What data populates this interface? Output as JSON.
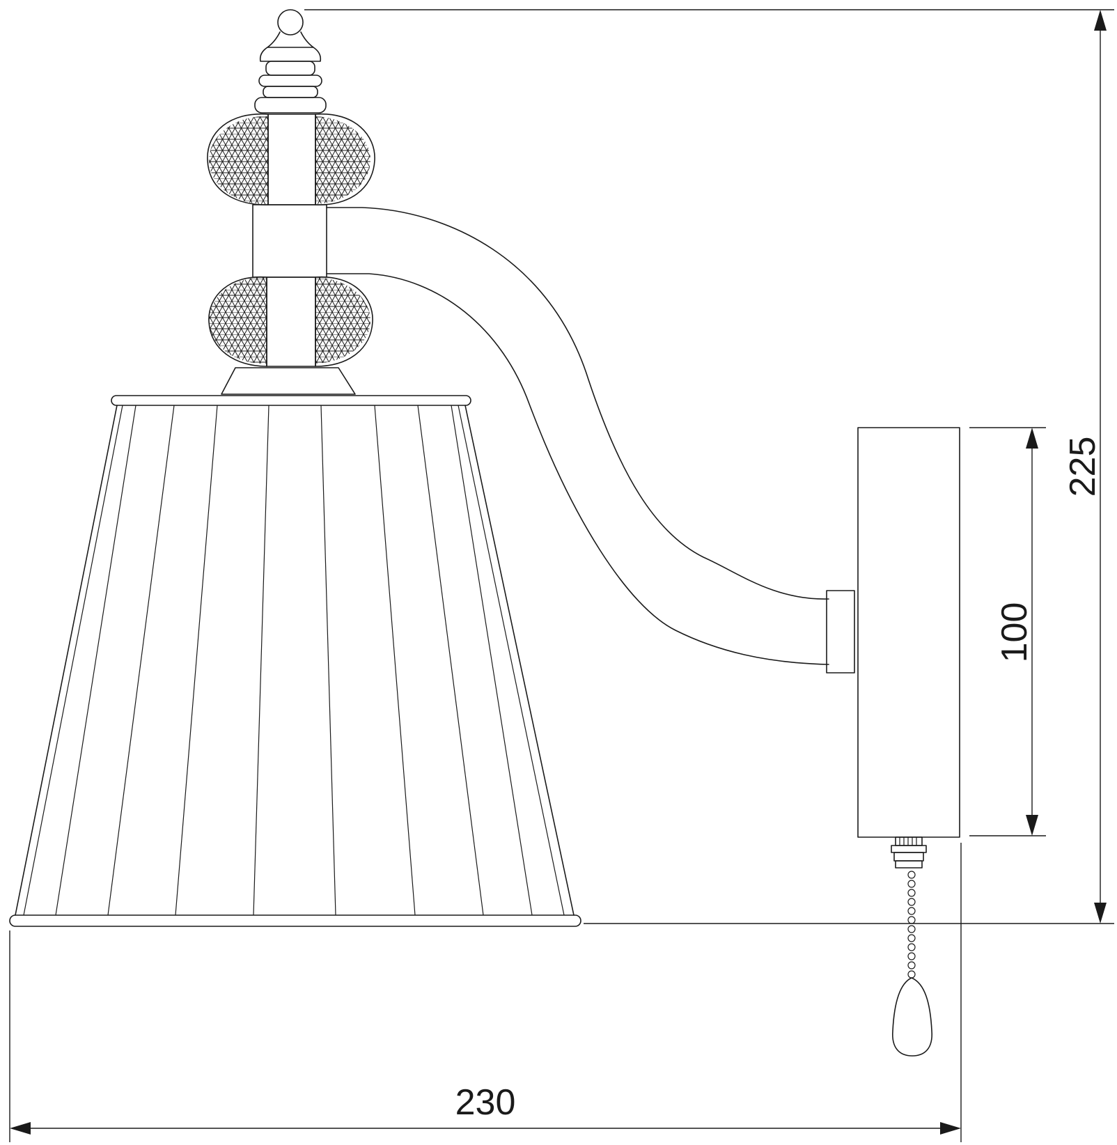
{
  "dimensions": {
    "total_height": "225",
    "wall_plate_height": "100",
    "total_width": "230"
  },
  "colors": {
    "line": "#1a1a1a",
    "background": "#ffffff"
  }
}
